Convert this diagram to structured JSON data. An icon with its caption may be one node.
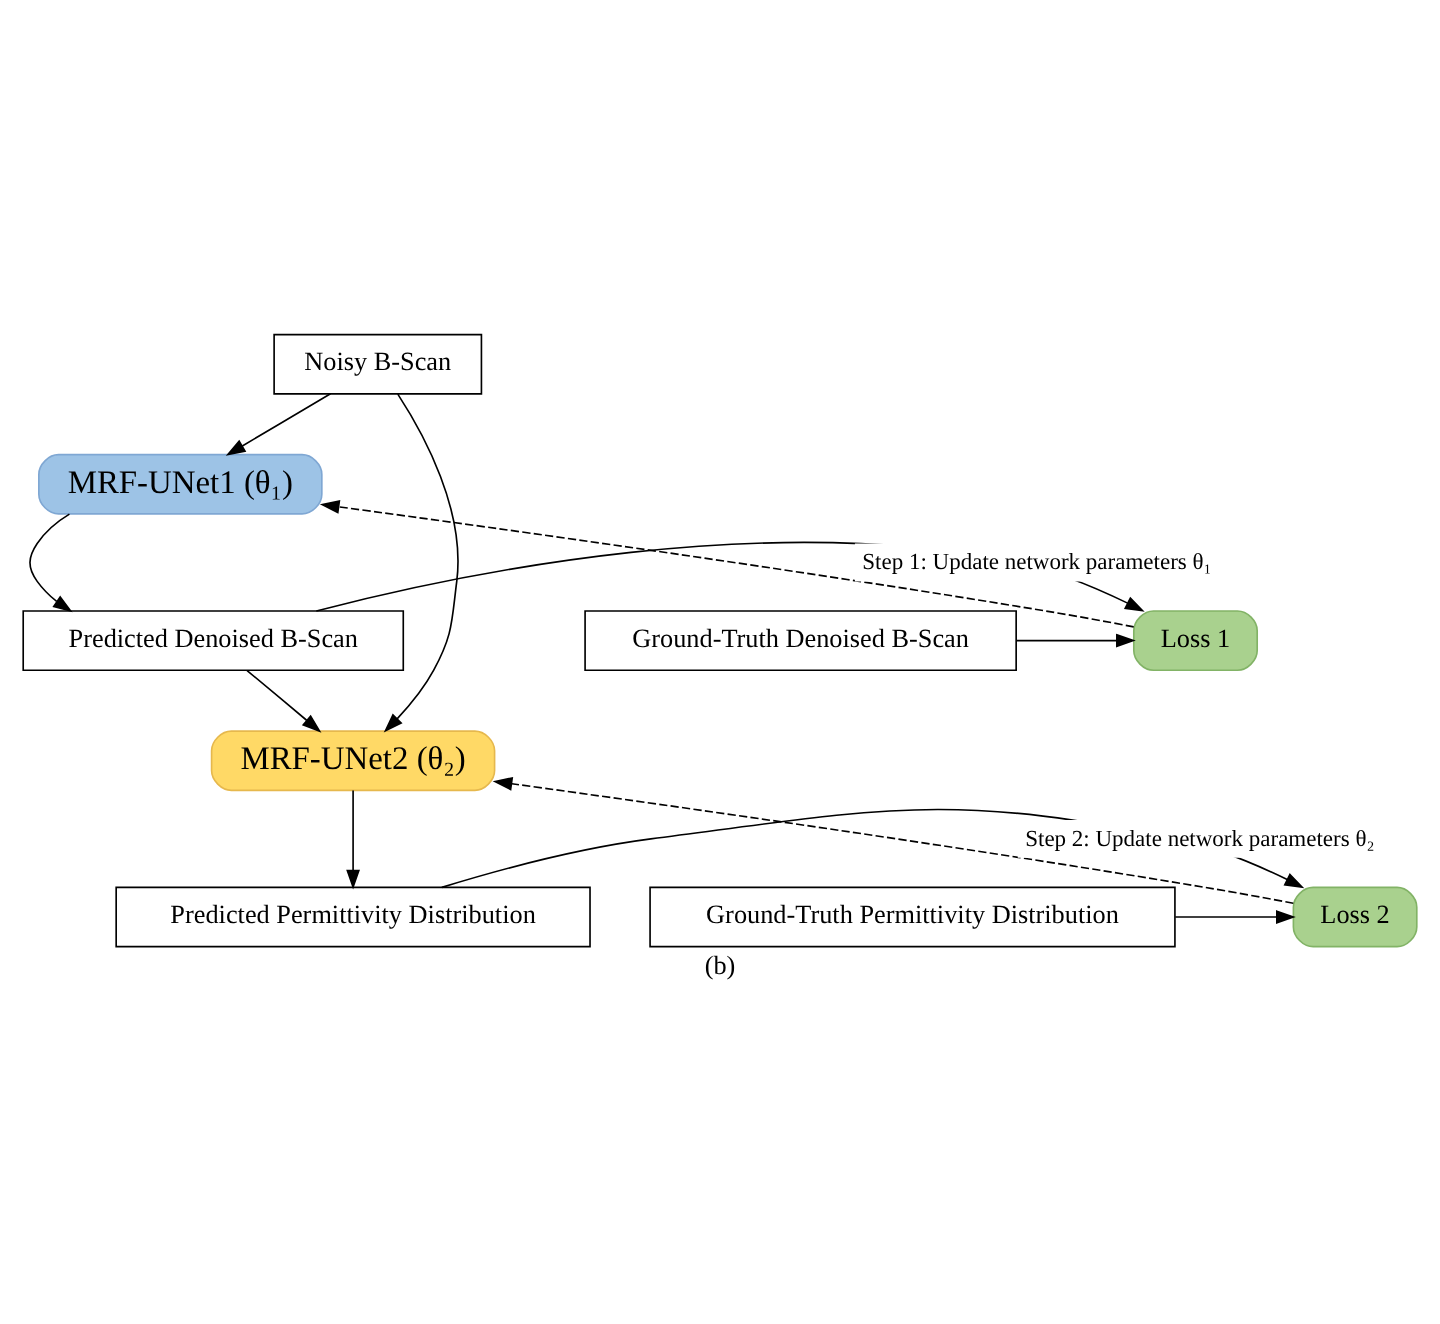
{
  "diagram": {
    "caption": "(b)",
    "nodes": [
      {
        "text": [
          "Noisy B-Scan"
        ]
      },
      {
        "text": [
          "MRF-UNet1 (θ₁)"
        ]
      },
      {
        "text": [
          "Predicted Denoised B-Scan"
        ]
      },
      {
        "text": [
          "Ground-Truth Denoised B-Scan"
        ]
      },
      {
        "text": [
          "Loss 1"
        ]
      },
      {
        "text": [
          "MRF-UNet2 (θ₂)"
        ]
      },
      {
        "text": [
          "Predicted Permittivity Distribution"
        ]
      },
      {
        "text": [
          "Ground-Truth Permittivity Distribution"
        ]
      },
      {
        "text": [
          "Loss 2"
        ]
      }
    ],
    "edges": [
      {
        "from": 0,
        "to": 1,
        "arrow": "to"
      },
      {
        "from": 0,
        "to": 5,
        "arrow": "to"
      },
      {
        "from": 1,
        "to": 2,
        "arrow": "to"
      },
      {
        "from": 2,
        "to": 5,
        "arrow": "to"
      },
      {
        "from": 2,
        "to": 4,
        "arrow": "to"
      },
      {
        "from": 3,
        "to": 4,
        "arrow": "to"
      },
      {
        "from": 4,
        "to": 1,
        "arrow": "to",
        "style": "dashed",
        "label": "Step 1: Update network parameters θ₁"
      },
      {
        "from": 5,
        "to": 6,
        "arrow": "to"
      },
      {
        "from": 6,
        "to": 8,
        "arrow": "to"
      },
      {
        "from": 7,
        "to": 8,
        "arrow": "to"
      },
      {
        "from": 8,
        "to": 5,
        "arrow": "to",
        "style": "dashed",
        "label": "Step 2: Update network parameters θ₂"
      }
    ]
  }
}
